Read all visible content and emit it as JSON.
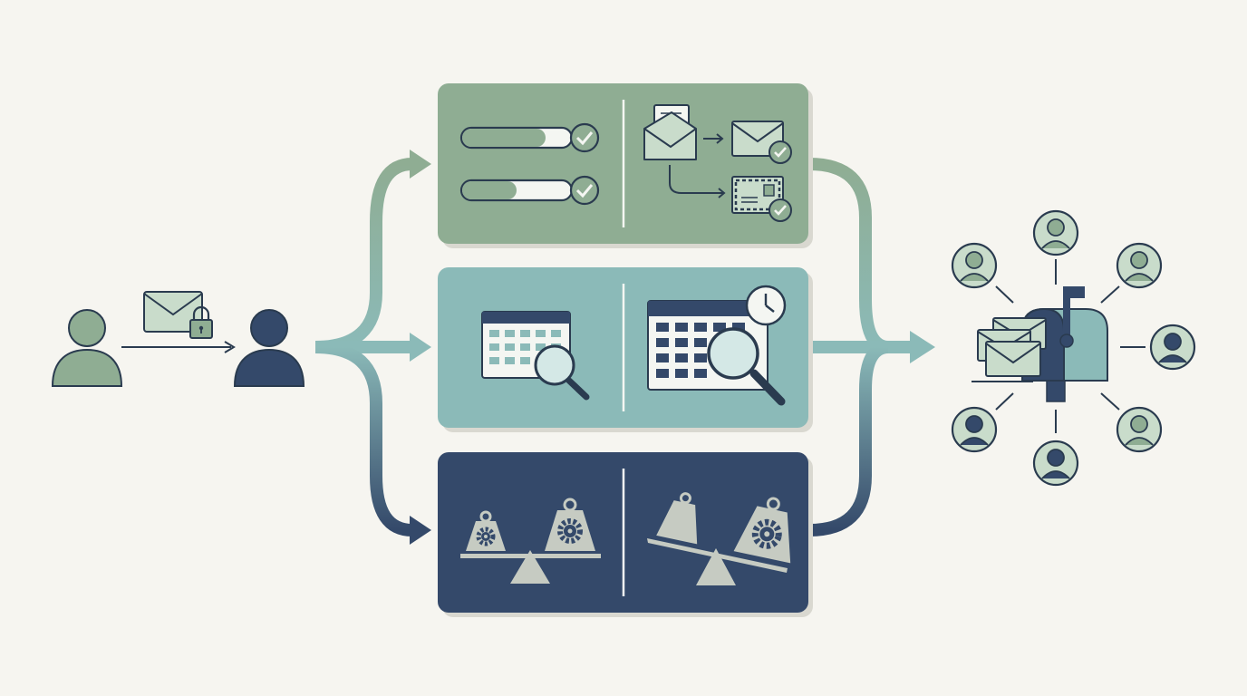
{
  "colors": {
    "background": "#f6f5f0",
    "ink": "#2a3b4f",
    "sage": "#8fad93",
    "sage_light": "#c9dccb",
    "teal": "#8bbab8",
    "teal_light": "#d4e8e6",
    "navy": "#34496a",
    "scale_fill": "#c6cbc2",
    "white": "#f4f6f2"
  },
  "diagram": {
    "sender": {
      "icon": "person-icon",
      "color": "sage"
    },
    "secured_message": {
      "icons": [
        "envelope-icon",
        "padlock-icon"
      ]
    },
    "recipient": {
      "icon": "person-icon",
      "color": "navy"
    },
    "branches": [
      {
        "id": "verification",
        "color": "sage",
        "left_icons": [
          "progress-bar-icon",
          "checkmark-icon"
        ],
        "right_icons": [
          "open-envelope-icon",
          "envelope-check-icon",
          "postal-envelope-icon"
        ]
      },
      {
        "id": "scheduling",
        "color": "teal",
        "left_icons": [
          "calendar-icon",
          "magnifier-icon"
        ],
        "right_icons": [
          "calendar-icon",
          "clock-icon",
          "magnifier-icon"
        ]
      },
      {
        "id": "balancing",
        "color": "navy",
        "left_icons": [
          "balance-scale-icon",
          "weight-icon",
          "gear-icon"
        ],
        "right_icons": [
          "tilted-scale-icon",
          "weight-icon",
          "gear-icon"
        ]
      }
    ],
    "destination": {
      "icons": [
        "mailbox-icon",
        "envelope-icon",
        "user-circle-icon"
      ],
      "audience_count": 8
    }
  }
}
